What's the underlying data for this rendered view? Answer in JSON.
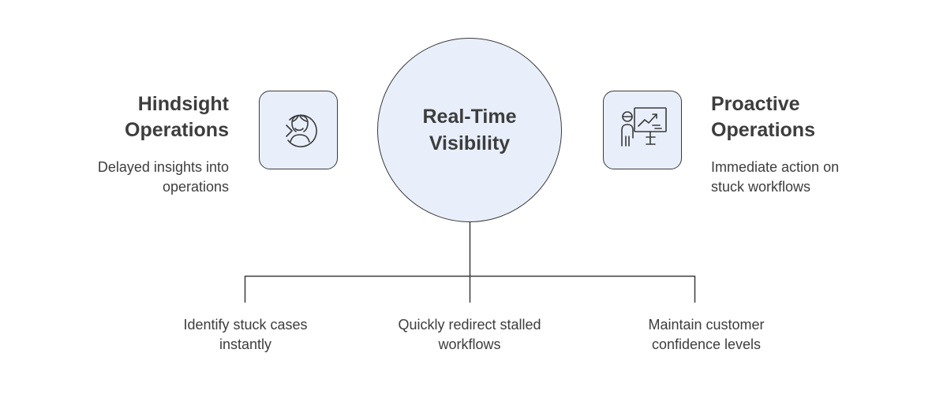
{
  "center": {
    "title_line1": "Real-Time",
    "title_line2": "Visibility"
  },
  "left": {
    "title_line1": "Hindsight",
    "title_line2": "Operations",
    "desc_line1": "Delayed insights into",
    "desc_line2": "operations",
    "icon": "hindsight-person-icon"
  },
  "right": {
    "title_line1": "Proactive",
    "title_line2": "Operations",
    "desc_line1": "Immediate action on",
    "desc_line2": "stuck workflows",
    "icon": "presentation-chart-icon"
  },
  "branches": [
    {
      "line1": "Identify stuck cases",
      "line2": "instantly"
    },
    {
      "line1": "Quickly redirect stalled",
      "line2": "workflows"
    },
    {
      "line1": "Maintain customer",
      "line2": "confidence levels"
    }
  ],
  "colors": {
    "fill": "#e8effb",
    "stroke": "#3a3a3a",
    "text": "#3d3d3d"
  }
}
